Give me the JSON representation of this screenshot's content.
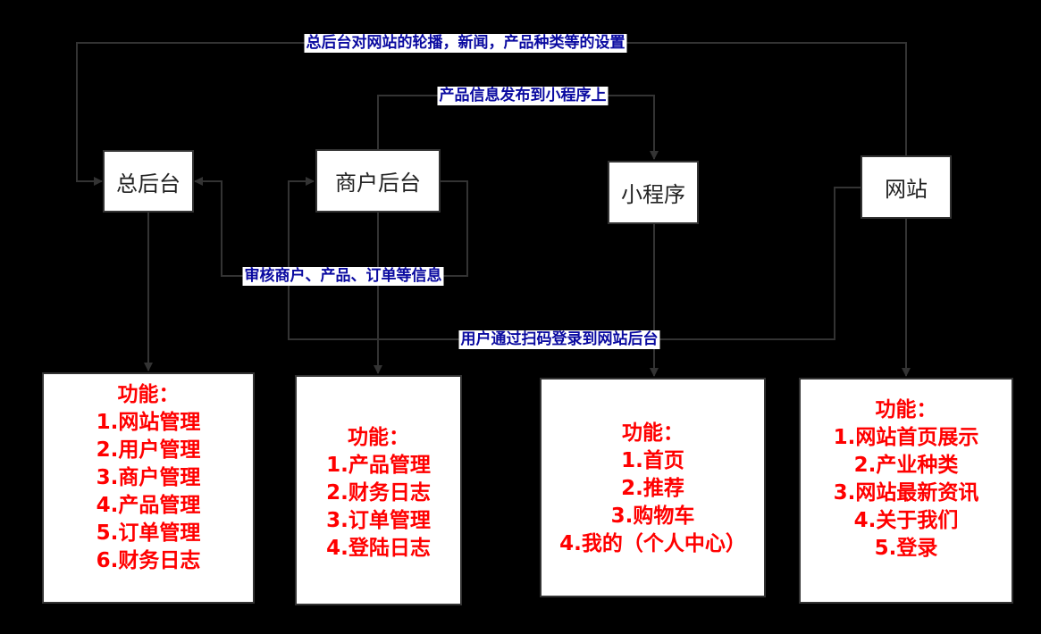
{
  "nodes": {
    "admin": "总后台",
    "merchant": "商户后台",
    "miniprogram": "小程序",
    "website": "网站"
  },
  "edge_labels": {
    "admin_settings": "总后台对网站的轮播，新闻，产品种类等的设置",
    "publish_products": "产品信息发布到小程序上",
    "review_info": "审核商户、产品、订单等信息",
    "scan_login": "用户通过扫码登录到网站后台"
  },
  "feature_boxes": {
    "admin": {
      "title": "功能：",
      "items": [
        "1.网站管理",
        "2.用户管理",
        "3.商户管理",
        "4.产品管理",
        "5.订单管理",
        "6.财务日志"
      ]
    },
    "merchant": {
      "title": "功能：",
      "items": [
        "1.产品管理",
        "2.财务日志",
        "3.订单管理",
        "4.登陆日志"
      ]
    },
    "miniprogram": {
      "title": "功能：",
      "items": [
        "1.首页",
        "2.推荐",
        "3.购物车",
        "4.我的（个人中心）"
      ]
    },
    "website": {
      "title": "功能：",
      "items": [
        "1.网站首页展示",
        "2.产业种类",
        "3.网站最新资讯",
        "4.关于我们",
        "5.登录"
      ]
    }
  },
  "colors": {
    "background": "#000000",
    "node_fill": "#ffffff",
    "line": "#333333",
    "edge_label_text": "#0a0aa0",
    "feature_text": "#ff0000"
  }
}
